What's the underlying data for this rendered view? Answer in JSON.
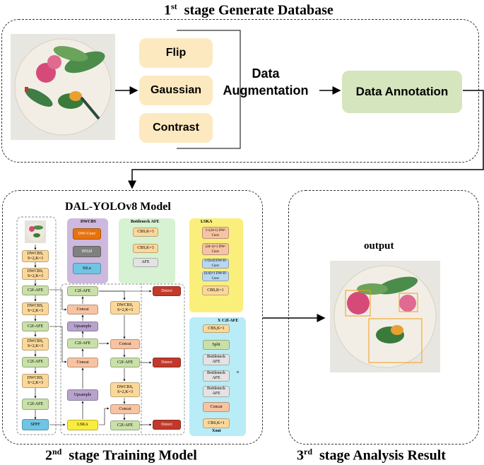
{
  "stage1": {
    "sup": "st",
    "num": "1",
    "title": "stage  Generate Database"
  },
  "stage2": {
    "sup": "nd",
    "num": "2",
    "title": "stage  Training Model"
  },
  "stage3": {
    "sup": "rd",
    "num": "3",
    "title": "stage  Analysis Result"
  },
  "augment": {
    "flip": "Flip",
    "gaussian": "Gaussian",
    "contrast": "Contrast",
    "label_line1": "Data",
    "label_line2": "Augmentation"
  },
  "annotation": "Data Annotation",
  "model_title": "DAL-YOLOv8 Model",
  "output_label": "output",
  "backbone": {
    "dwcbs1": "DWCBS, S=2,K=3",
    "dwcbs2": "DWCBS, S=2,K=3",
    "c2f1": "C2f-AFE",
    "dwcbs3": "DWCBS, S=2,K=3",
    "c2f2": "C2f-AFE",
    "dwcbs4": "DWCBS, S=2,K=3",
    "c2f3": "C2f-AFE",
    "dwcbs5": "DWCBS, S=2,K=3",
    "c2f4": "C2f-AFE",
    "sppf": "SPPF"
  },
  "dwcbs_panel": {
    "title": "DWCBS",
    "dwconv": "DW-Conv",
    "bn": "BN2d",
    "silu": "SiLu"
  },
  "bottleneck_panel": {
    "title": "Bottleneck AFE",
    "cbs1": "CBS,K=3",
    "cbs2": "CBS,K=3",
    "afe": "AFE"
  },
  "lska_panel": {
    "title": "LSKA",
    "n1": "1×(2d-1) DW-Conv",
    "n2": "(2d-1)×1 DW-Conv",
    "n3": "1×⌈k/d⌉ DW-D-Conv",
    "n4": "⌈k/d⌉×1 DW-D-Conv",
    "n5": "CBS,K=1"
  },
  "c2f_panel": {
    "title": "C2f-AFE",
    "x_in": "X",
    "x_out": "Xout",
    "cbs1": "CBS,K=1",
    "split": "Split",
    "b1": "Bottleneck AFE",
    "b2": "Bottleneck AFE",
    "b3": "Bottleneck AFE",
    "n": "n",
    "concat": "Concat",
    "cbs2": "CBS,K=1"
  },
  "neck": {
    "c2f_a": "C2f-AFE",
    "concat_a": "Concat",
    "upsample_a": "Upsample",
    "c2f_b": "C2f-AFE",
    "concat_b": "Concat",
    "upsample_b": "Upsample",
    "lska": "LSKA",
    "dwcbs_a": "DWCBS, S=2,K=3",
    "concat_c": "Concat",
    "c2f_c": "C2f-AFE",
    "dwcbs_b": "DWCBS, S=2,K=3",
    "concat_d": "Concat",
    "c2f_d": "C2f-AFE"
  },
  "detect": {
    "d1": "Detect",
    "d2": "Detect",
    "d3": "Detect"
  },
  "colors": {
    "augment": "#fde9c0",
    "annotation": "#d5e5bd",
    "c2f": "#c9e0a8",
    "dwcbs": "#fbd89a",
    "concat": "#f7c3a2",
    "upsample": "#b7a3cc",
    "detect": "#c0392b",
    "sppf": "#6fc5e3",
    "lska": "#f9ec3c"
  }
}
